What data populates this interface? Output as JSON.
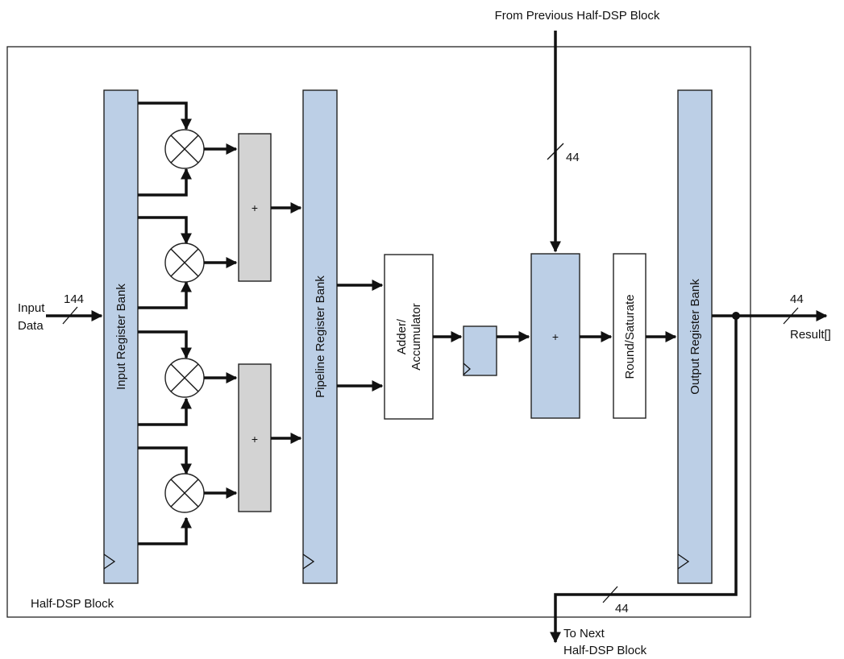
{
  "labels": {
    "from_previous": "From Previous Half-DSP Block",
    "input_data_line1": "Input",
    "input_data_line2": "Data",
    "input_width": "144",
    "input_bank": "Input Register Bank",
    "pipeline_bank": "Pipeline Register Bank",
    "output_bank": "Output Register Bank",
    "adder_top": "+",
    "adder_bottom": "+",
    "accumulator_line1": "Adder/",
    "accumulator_line2": "Accumulator",
    "chain_adder": "+",
    "round_saturate": "Round/Saturate",
    "chain_in_width": "44",
    "result_width": "44",
    "result": "Result[]",
    "chain_out_width": "44",
    "to_next_line1": "To Next",
    "to_next_line2": "Half-DSP Block",
    "block_name": "Half-DSP Block"
  },
  "colors": {
    "register_bank": "#bccfe6",
    "adder_grey": "#d3d3d3",
    "wire": "#111111"
  }
}
